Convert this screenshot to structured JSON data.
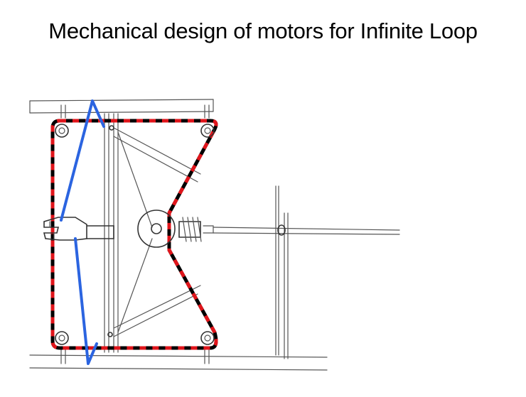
{
  "title": "Mechanical design of motors for Infinite Loop",
  "colors": {
    "belt_dash": "#e0151b",
    "belt_base": "#000000",
    "string": "#2b64e0",
    "pencil": "#555555"
  },
  "icons": [
    "pulley-wheel",
    "motor-hub",
    "spring-coil",
    "pivot-bolt",
    "hand"
  ]
}
